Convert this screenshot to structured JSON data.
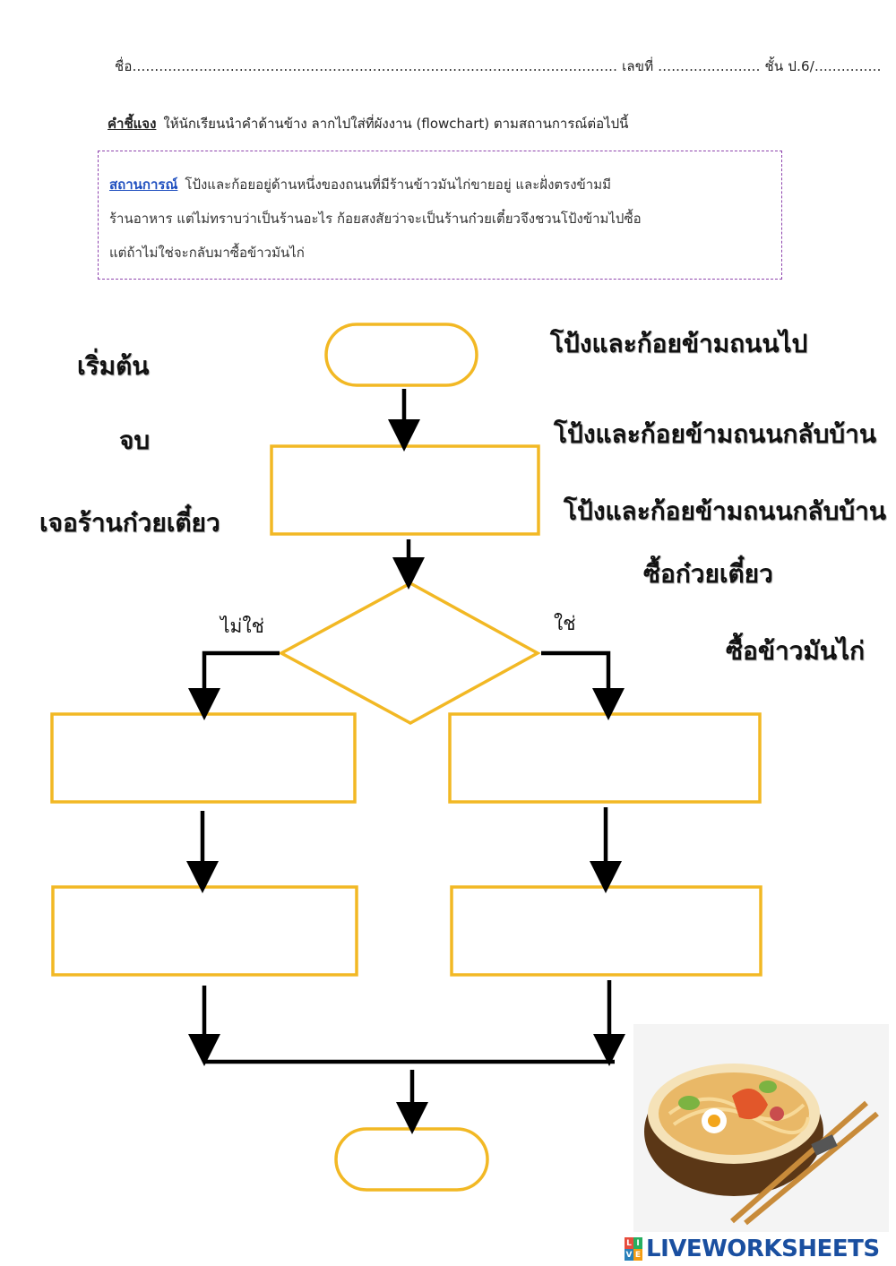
{
  "header": {
    "line": "ชื่อ............................................................................................................. เลขที่ ....................... ชั้น ป.6/..............."
  },
  "instructions": {
    "label": "คำชี้แจง",
    "text": "ให้นักเรียนนำคำด้านข้าง ลากไปใส่ที่ผังงาน (flowchart) ตามสถานการณ์ต่อไปนี้"
  },
  "scenario": {
    "label": "สถานการณ์",
    "line1": "โป้งและก้อยอยู่ด้านหนึ่งของถนนที่มีร้านข้าวมันไก่ขายอยู่ และฝั่งตรงข้ามมี",
    "line2": "ร้านอาหาร  แต่ไม่ทราบว่าเป็นร้านอะไร  ก้อยสงสัยว่าจะเป็นร้านก๋วยเตี๋ยวจึงชวนโป้งข้ามไปซื้อ",
    "line3": "แต่ถ้าไม่ใช่จะกลับมาซื้อข้าวมันไก่"
  },
  "draggable_words": [
    "เริ่มต้น",
    "จบ",
    "เจอร้านก๋วยเตี๋ยว",
    "โป้งและก้อยข้ามถนนไป",
    "โป้งและก้อยข้ามถนนกลับบ้าน",
    "โป้งและก้อยข้ามถนนกลับบ้าน",
    "ซื้อก๋วยเตี๋ยว",
    "ซื้อข้าวมันไก่"
  ],
  "flowchart": {
    "no_label": "ไม่ใช่",
    "yes_label": "ใช่"
  },
  "colors": {
    "shape_stroke": "#f2b824",
    "arrow": "#000000",
    "scenario_border": "#8e44ad"
  },
  "logo": {
    "text": "LIVEWORKSHEETS",
    "badge": [
      "L",
      "I",
      "V",
      "E"
    ]
  }
}
